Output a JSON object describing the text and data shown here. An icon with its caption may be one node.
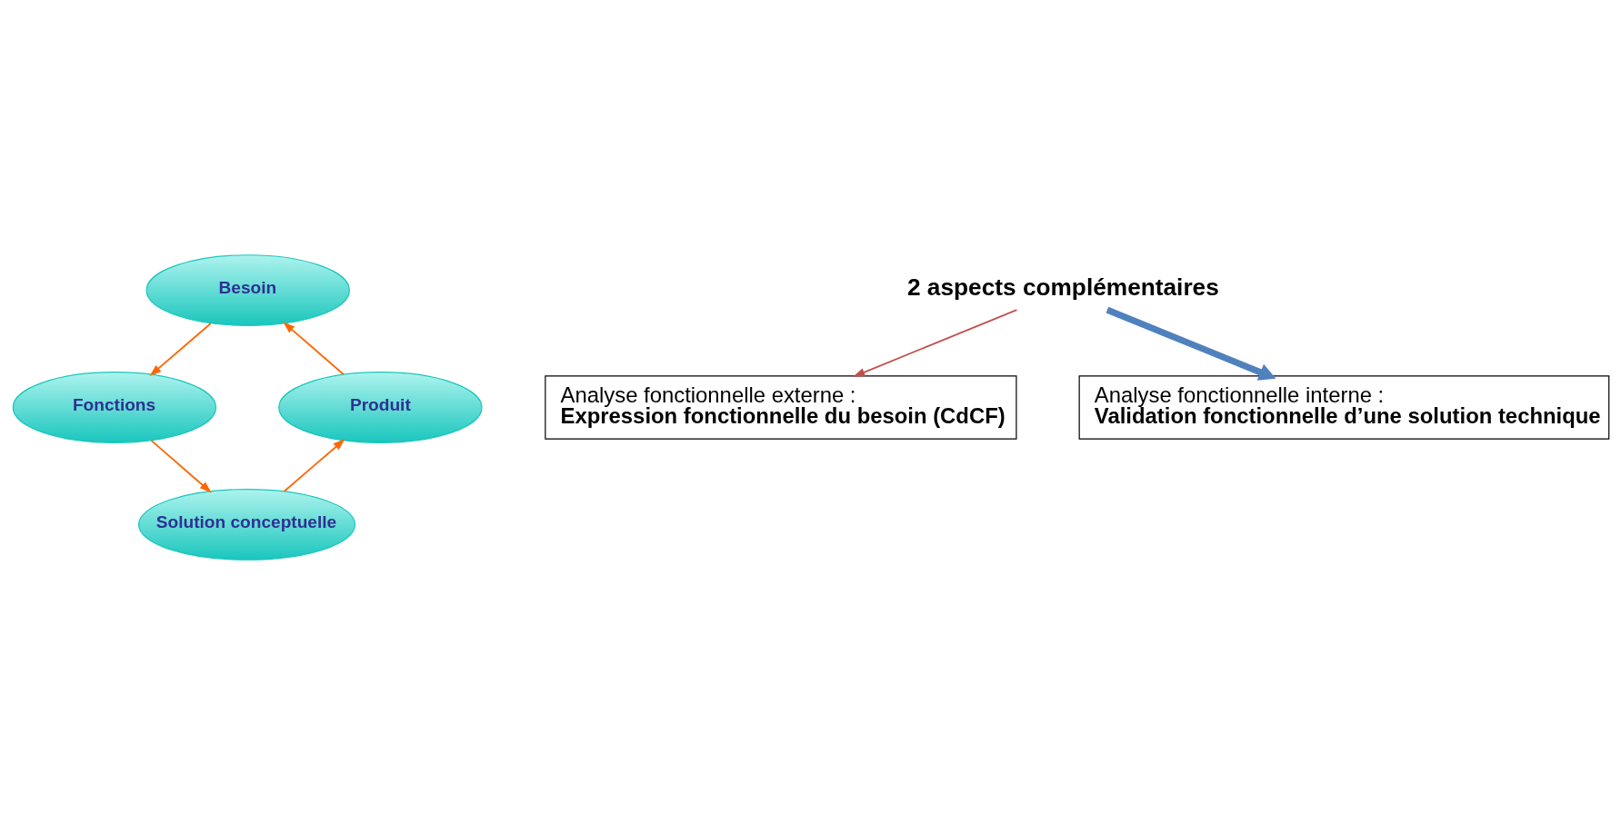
{
  "diagram": {
    "nodes": [
      {
        "text": [
          "Besoin"
        ]
      },
      {
        "text": [
          "Produit"
        ]
      },
      {
        "text": [
          "Fonctions"
        ]
      },
      {
        "text": [
          "Solution conceptuelle"
        ]
      },
      {
        "text": [
          "2 aspects complémentaires"
        ]
      },
      {
        "text": [
          "Analyse fonctionnelle externe :",
          "Expression fonctionnelle du besoin (CdCF)"
        ]
      },
      {
        "text": [
          "Analyse fonctionnelle interne :",
          "Validation fonctionnelle d’une solution technique"
        ]
      }
    ],
    "edges": [
      {
        "from": 0,
        "to": 2,
        "arrow": "to"
      },
      {
        "from": 2,
        "to": 3,
        "arrow": "to"
      },
      {
        "from": 3,
        "to": 1,
        "arrow": "to"
      },
      {
        "from": 1,
        "to": 0,
        "arrow": "to"
      },
      {
        "from": 4,
        "to": 5,
        "arrow": "to",
        "color": "#c0504d"
      },
      {
        "from": 4,
        "to": 6,
        "arrow": "to",
        "style": "thick",
        "color": "#4f81bd"
      }
    ]
  }
}
